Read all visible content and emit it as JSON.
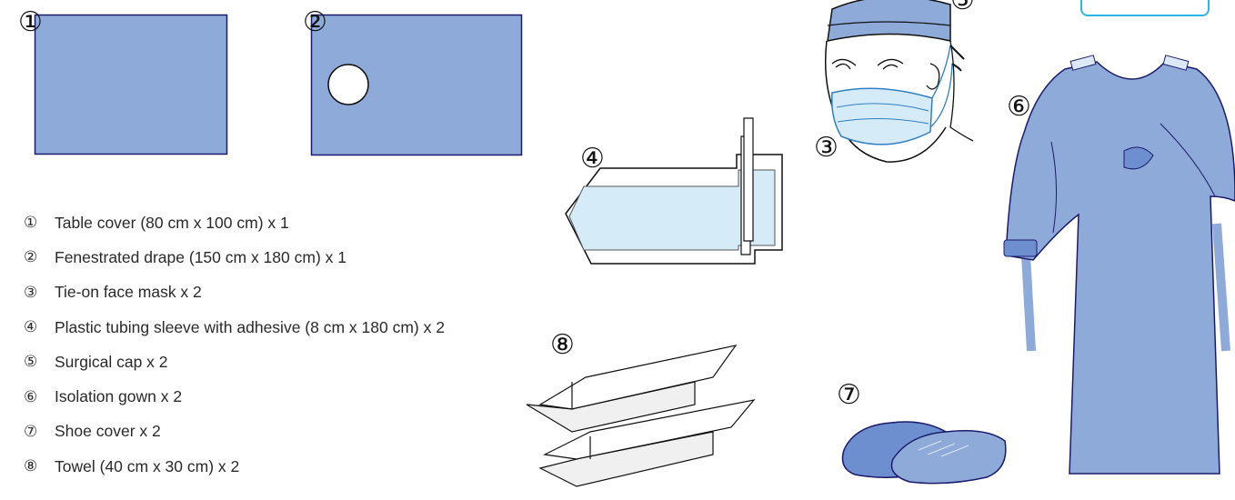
{
  "markers": {
    "m1": "①",
    "m2": "②",
    "m3": "③",
    "m4": "④",
    "m5": "⑤",
    "m6": "⑥",
    "m7": "⑦",
    "m8": "⑧"
  },
  "items": [
    {
      "marker": "①",
      "text": "Table cover (80 cm x 100 cm) x 1"
    },
    {
      "marker": "②",
      "text": "Fenestrated drape (150 cm x 180 cm) x 1"
    },
    {
      "marker": "③",
      "text": "Tie-on face mask x 2"
    },
    {
      "marker": "④",
      "text": "Plastic tubing sleeve with adhesive (8 cm x 180 cm) x 2"
    },
    {
      "marker": "⑤",
      "text": "Surgical cap x 2"
    },
    {
      "marker": "⑥",
      "text": "Isolation gown x 2"
    },
    {
      "marker": "⑦",
      "text": "Shoe cover x 2"
    },
    {
      "marker": "⑧",
      "text": "Towel (40 cm x 30 cm) x 2"
    }
  ],
  "colors": {
    "fabric": "#8eaad9",
    "outline": "#1b1b6b",
    "sleeve": "#d5ecf8",
    "accent": "#2bb6e8"
  },
  "icons": [
    "table-cover",
    "fenestrated-drape",
    "face-mask",
    "tubing-sleeve",
    "surgical-cap",
    "isolation-gown",
    "shoe-cover",
    "towel"
  ]
}
